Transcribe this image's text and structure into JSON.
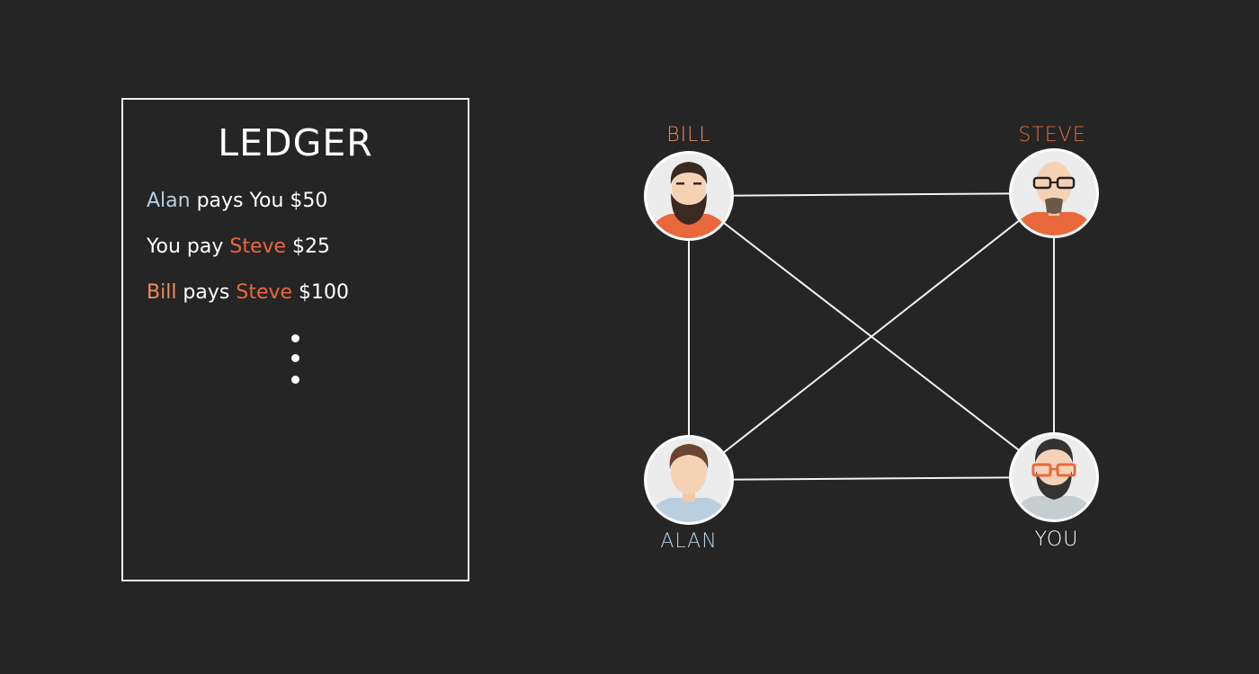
{
  "ledger": {
    "title": "LEDGER",
    "entries": [
      {
        "p1": "Alan",
        "p2": " pays You $50"
      },
      {
        "p1": "You pay ",
        "p2": "Steve",
        "p3": " $25"
      },
      {
        "p1": "Bill",
        "p2": " pays ",
        "p3": "Steve",
        "p4": " $100"
      }
    ]
  },
  "nodes": {
    "bill": {
      "label": "BILL",
      "color": "#f08a61"
    },
    "steve": {
      "label": "STEVE",
      "color": "#e8683c"
    },
    "alan": {
      "label": "ALAN",
      "color": "#b9cfe0"
    },
    "you": {
      "label": "YOU",
      "color": "#ffffff"
    }
  },
  "colors": {
    "background": "#252525",
    "line": "#f2f2f2",
    "orange": "#e8683c",
    "light_blue": "#b9cfe0"
  }
}
